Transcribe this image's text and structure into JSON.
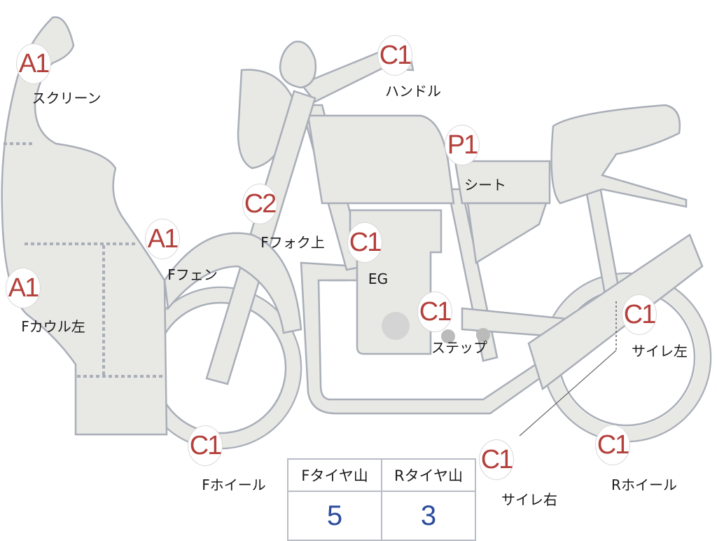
{
  "parts": [
    {
      "id": "screen",
      "code": "A1",
      "label": "スクリーン"
    },
    {
      "id": "handle",
      "code": "C1",
      "label": "ハンドル"
    },
    {
      "id": "seat",
      "code": "P1",
      "label": "シート"
    },
    {
      "id": "fork-upper",
      "code": "C2",
      "label": "Fフォク上"
    },
    {
      "id": "engine",
      "code": "C1",
      "label": "EG"
    },
    {
      "id": "step",
      "code": "C1",
      "label": "ステップ"
    },
    {
      "id": "muffler-left",
      "code": "C1",
      "label": "サイレ左"
    },
    {
      "id": "muffler-right",
      "code": "C1",
      "label": "サイレ右"
    },
    {
      "id": "rear-wheel",
      "code": "C1",
      "label": "Rホイール"
    },
    {
      "id": "front-wheel",
      "code": "C1",
      "label": "Fホイール"
    },
    {
      "id": "front-fender",
      "code": "A1",
      "label": "Fフェン"
    },
    {
      "id": "front-cowl-left",
      "code": "A1",
      "label": "Fカウル左"
    }
  ],
  "tread": {
    "front_label": "Fタイヤ山",
    "rear_label": "Rタイヤ山",
    "front_value": "5",
    "rear_value": "3"
  },
  "colors": {
    "code": "#b4403c",
    "value": "#2c4c9c",
    "part_fill": "#e8e8e4",
    "part_stroke": "#a9aeb8"
  }
}
